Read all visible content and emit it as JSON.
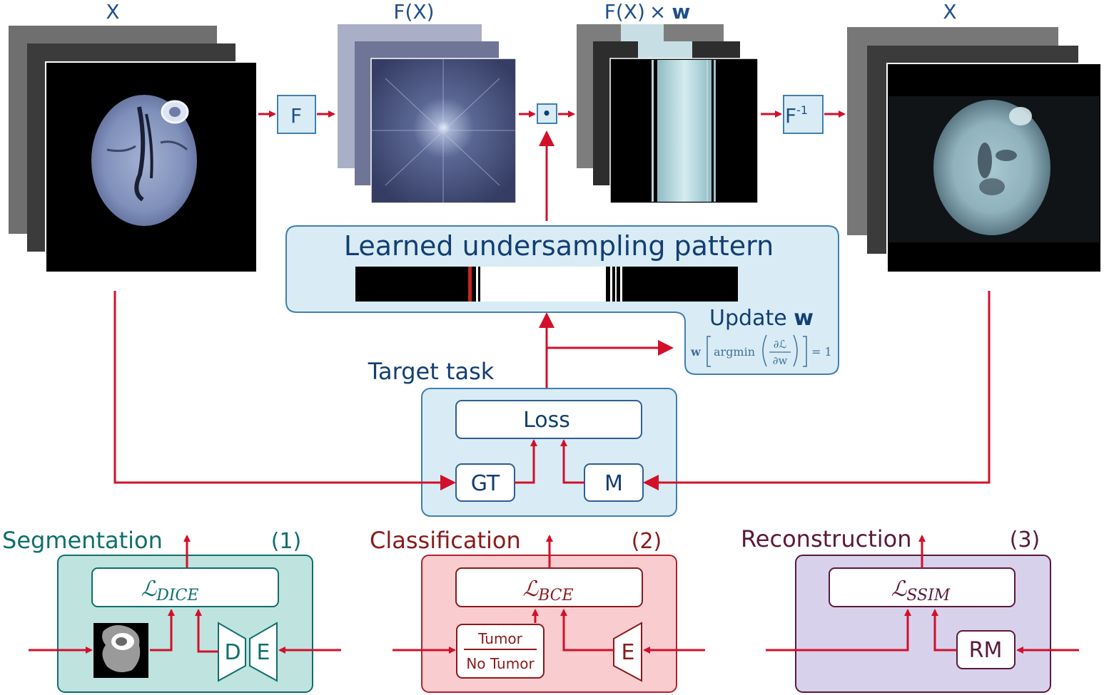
{
  "top_labels": {
    "input": "X",
    "fourier": "F(X)",
    "masked_prefix": "F(X)",
    "masked_times": "×",
    "masked_w": "w",
    "output": "X"
  },
  "ops": {
    "fourier": "F",
    "inverse_base": "F",
    "inverse_sup": "-1",
    "dot": "•"
  },
  "pattern": {
    "title": "Learned undersampling pattern",
    "update_prefix": "Update ",
    "update_w": "w",
    "formula_w": "w",
    "formula_argmin": "argmin",
    "formula_num": "∂ℒ",
    "formula_den": "∂w",
    "formula_rhs": "= 1"
  },
  "target": {
    "title": "Target task",
    "loss": "Loss",
    "gt": "GT",
    "m": "M"
  },
  "tasks": {
    "segmentation": {
      "title": "Segmentation",
      "number": "(1)",
      "loss_script": "ℒ",
      "loss_sub": "DICE",
      "decoder": "D",
      "encoder": "E",
      "color": "#0f6f6c",
      "fill": "#bfe3df"
    },
    "classification": {
      "title": "Classification",
      "number": "(2)",
      "loss_script": "ℒ",
      "loss_sub": "BCE",
      "label_top": "Tumor",
      "label_bottom": "No Tumor",
      "encoder": "E",
      "color": "#8a1a1a",
      "fill": "#f9cdd0"
    },
    "reconstruction": {
      "title": "Reconstruction",
      "number": "(3)",
      "loss_script": "ℒ",
      "loss_sub": "SSIM",
      "model": "RM",
      "color": "#5a1a3a",
      "fill": "#d8d1ec"
    }
  },
  "colors": {
    "arrow": "#d2102a",
    "panel_fill": "#d9ecf5",
    "panel_stroke": "#3f7fb1",
    "text_blue": "#1f4f8a"
  }
}
